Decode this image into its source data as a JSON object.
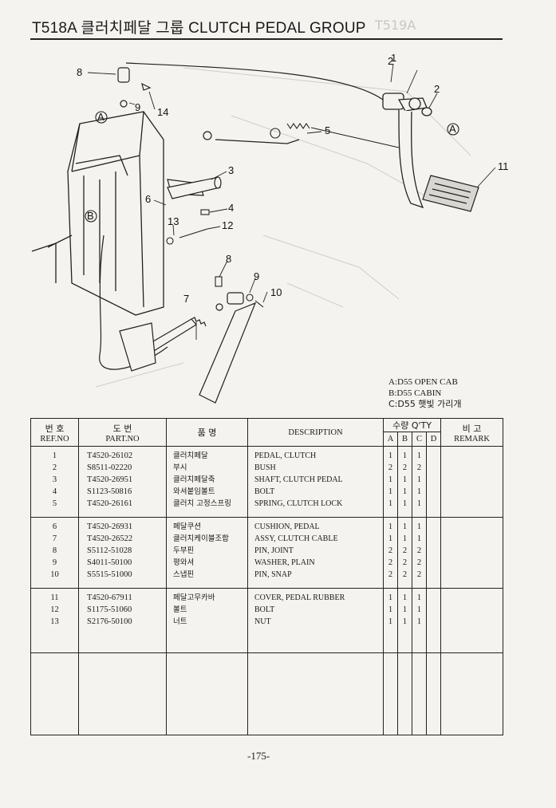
{
  "header": {
    "title": "T518A 클러치페달 그룹 CLUTCH PEDAL GROUP"
  },
  "diagram": {
    "callouts": [
      "1",
      "2",
      "2",
      "3",
      "4",
      "5",
      "6",
      "7",
      "8",
      "8",
      "9",
      "9",
      "10",
      "11",
      "12",
      "13",
      "14"
    ],
    "markers": [
      "A",
      "A",
      "B"
    ]
  },
  "legend": [
    "A:D55 OPEN CAB",
    "B:D55 CABIN",
    "C:D55 햇빛 가리개"
  ],
  "table": {
    "headers": {
      "ref_ko": "번 호",
      "ref_en": "REF.NO",
      "part_ko": "도 번",
      "part_en": "PART.NO",
      "name_ko": "품 명",
      "desc": "DESCRIPTION",
      "qty": "수량 Q'TY",
      "qty_cols": [
        "A",
        "B",
        "C",
        "D"
      ],
      "remark_ko": "비 고",
      "remark_en": "REMARK"
    },
    "groups": [
      [
        {
          "ref": "1",
          "part": "T4520-26102",
          "name": "클러치페달",
          "desc": "PEDAL, CLUTCH",
          "a": "1",
          "b": "1",
          "c": "1",
          "d": ""
        },
        {
          "ref": "2",
          "part": "S8511-02220",
          "name": "부시",
          "desc": "BUSH",
          "a": "2",
          "b": "2",
          "c": "2",
          "d": ""
        },
        {
          "ref": "3",
          "part": "T4520-26951",
          "name": "클러치페달축",
          "desc": "SHAFT, CLUTCH PEDAL",
          "a": "1",
          "b": "1",
          "c": "1",
          "d": ""
        },
        {
          "ref": "4",
          "part": "S1123-50816",
          "name": "와셔붙임볼트",
          "desc": "BOLT",
          "a": "1",
          "b": "1",
          "c": "1",
          "d": ""
        },
        {
          "ref": "5",
          "part": "T4520-26161",
          "name": "클러치 고정스프링",
          "desc": "SPRING, CLUTCH LOCK",
          "a": "1",
          "b": "1",
          "c": "1",
          "d": ""
        }
      ],
      [
        {
          "ref": "6",
          "part": "T4520-26931",
          "name": "페달쿠션",
          "desc": "CUSHION, PEDAL",
          "a": "1",
          "b": "1",
          "c": "1",
          "d": ""
        },
        {
          "ref": "7",
          "part": "T4520-26522",
          "name": "클러치케이블조합",
          "desc": "ASSY, CLUTCH CABLE",
          "a": "1",
          "b": "1",
          "c": "1",
          "d": ""
        },
        {
          "ref": "8",
          "part": "S5112-51028",
          "name": "두부핀",
          "desc": "PIN, JOINT",
          "a": "2",
          "b": "2",
          "c": "2",
          "d": ""
        },
        {
          "ref": "9",
          "part": "S4011-50100",
          "name": "평와셔",
          "desc": "WASHER, PLAIN",
          "a": "2",
          "b": "2",
          "c": "2",
          "d": ""
        },
        {
          "ref": "10",
          "part": "S5515-51000",
          "name": "스냅핀",
          "desc": "PIN, SNAP",
          "a": "2",
          "b": "2",
          "c": "2",
          "d": ""
        }
      ],
      [
        {
          "ref": "11",
          "part": "T4520-67911",
          "name": "페달고무카바",
          "desc": "COVER, PEDAL RUBBER",
          "a": "1",
          "b": "1",
          "c": "1",
          "d": ""
        },
        {
          "ref": "12",
          "part": "S1175-51060",
          "name": "볼트",
          "desc": "BOLT",
          "a": "1",
          "b": "1",
          "c": "1",
          "d": ""
        },
        {
          "ref": "13",
          "part": "S2176-50100",
          "name": "너트",
          "desc": "NUT",
          "a": "1",
          "b": "1",
          "c": "1",
          "d": ""
        }
      ]
    ]
  },
  "footer": {
    "page": "-175-"
  }
}
